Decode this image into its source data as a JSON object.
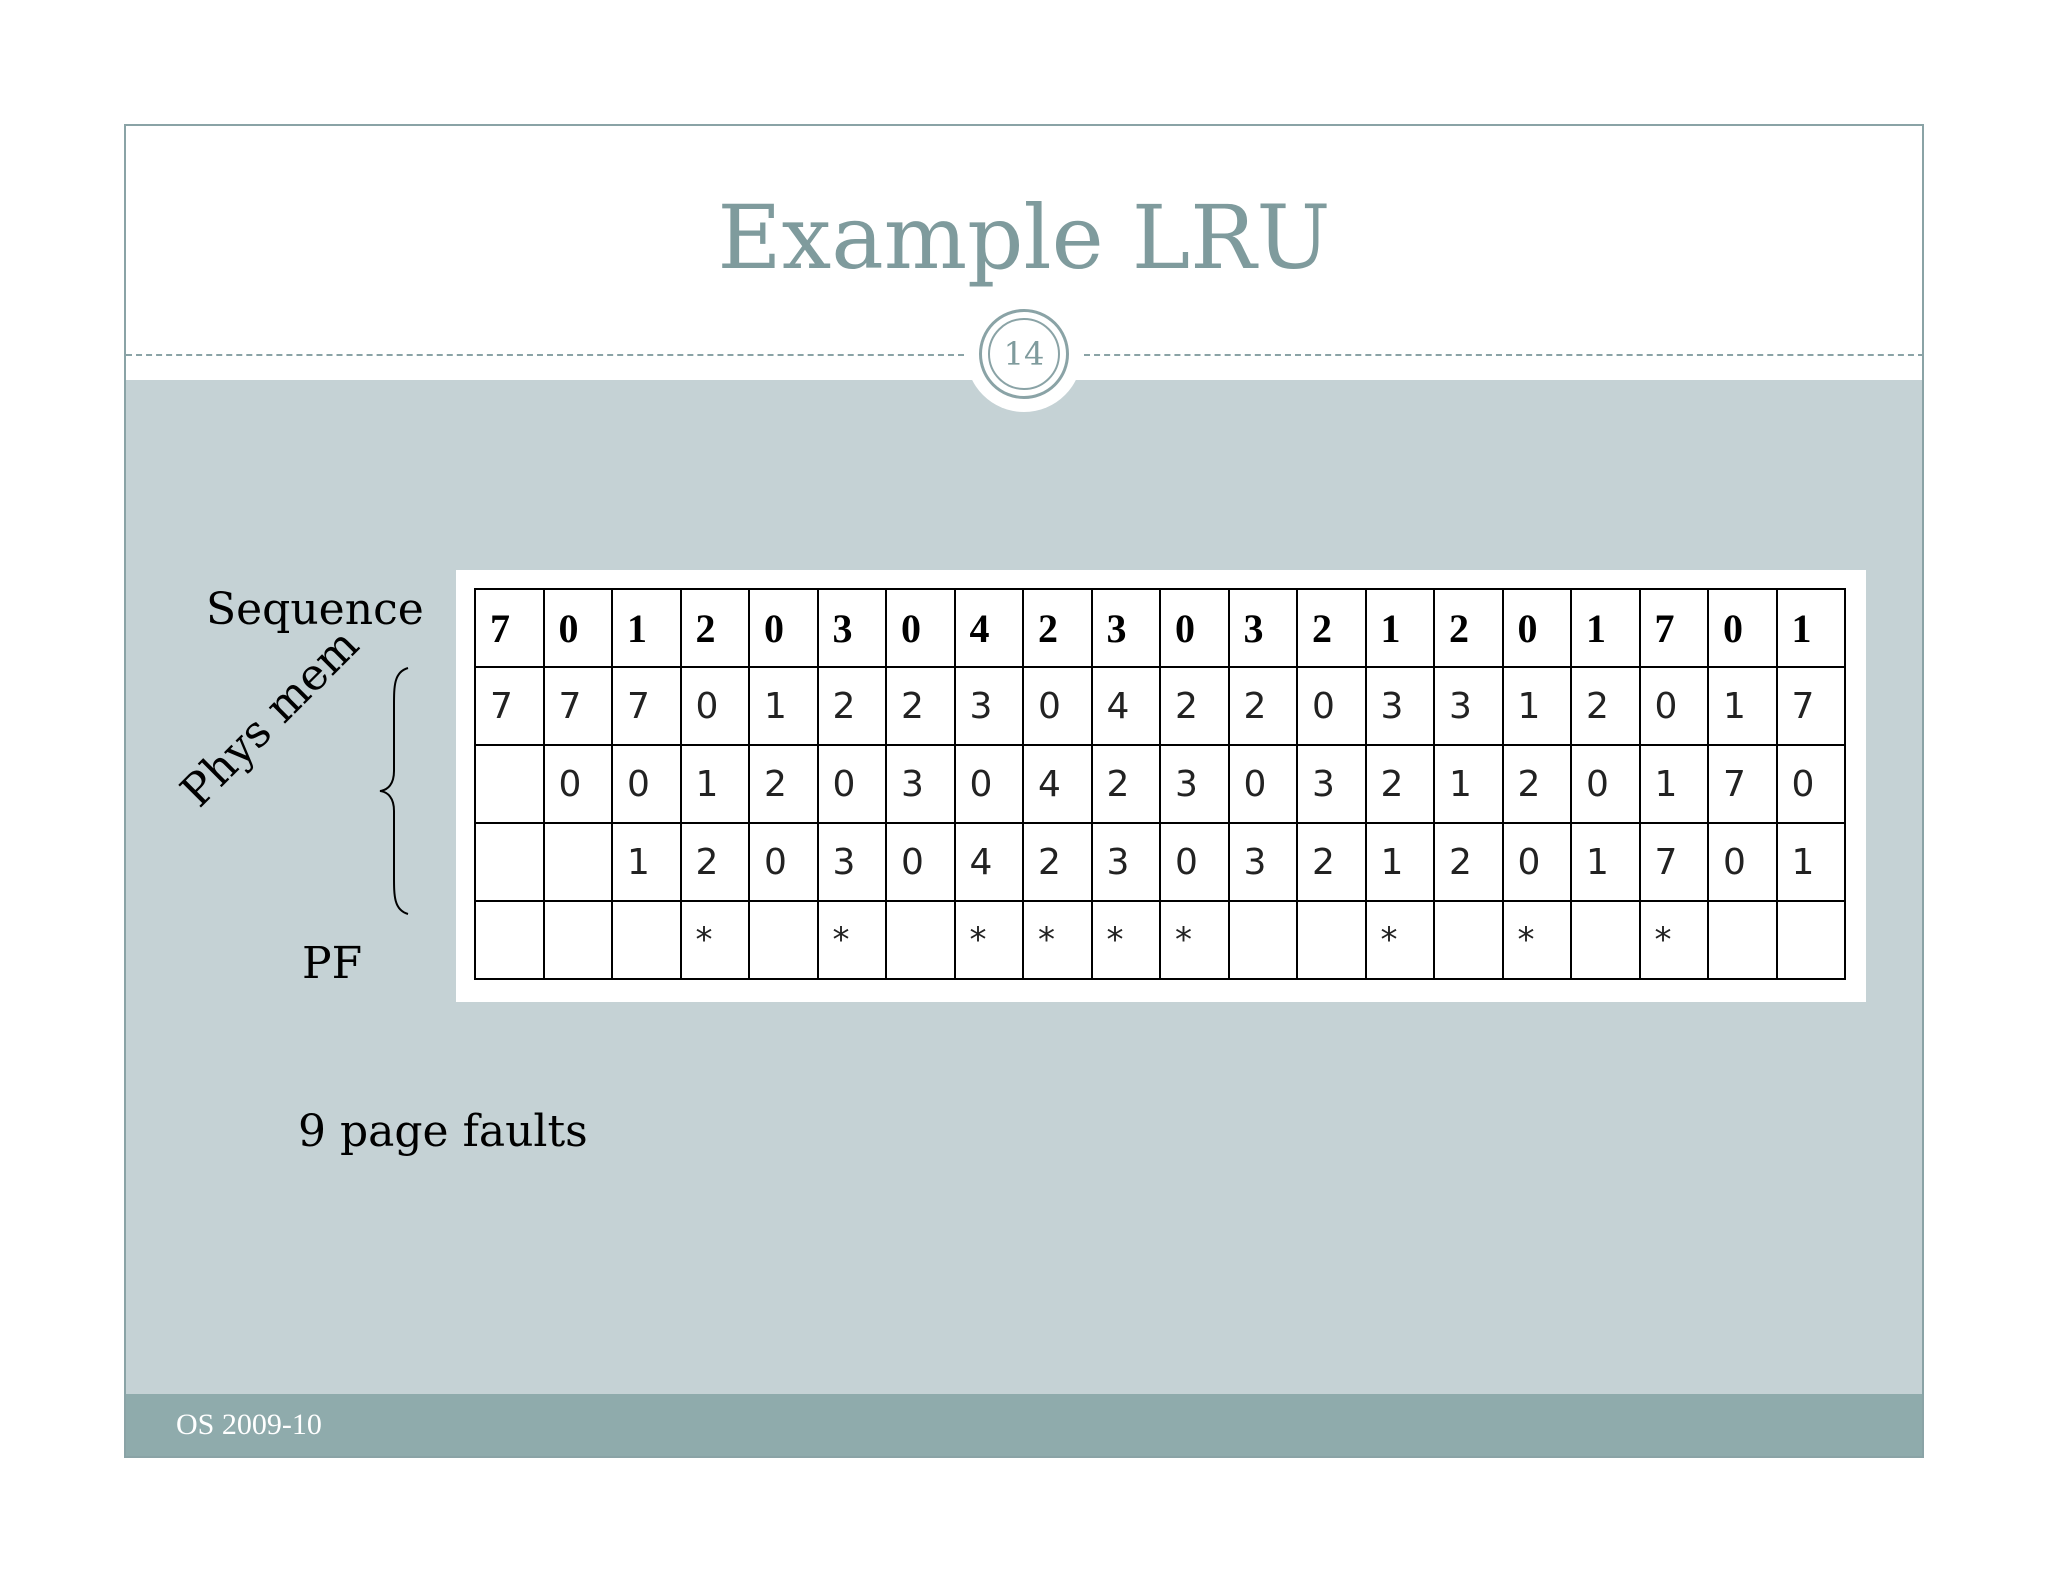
{
  "slide": {
    "title": "Example LRU",
    "slide_number": "14",
    "footer": "OS 2009-10"
  },
  "labels": {
    "sequence": "Sequence",
    "phys_mem": "Phys mem",
    "pf": "PF",
    "summary": "9 page faults"
  },
  "table": {
    "sequence": [
      "7",
      "0",
      "1",
      "2",
      "0",
      "3",
      "0",
      "4",
      "2",
      "3",
      "0",
      "3",
      "2",
      "1",
      "2",
      "0",
      "1",
      "7",
      "0",
      "1"
    ],
    "frames": [
      [
        "7",
        "7",
        "7",
        "0",
        "1",
        "2",
        "2",
        "3",
        "0",
        "4",
        "2",
        "2",
        "0",
        "3",
        "3",
        "1",
        "2",
        "0",
        "1",
        "7"
      ],
      [
        "",
        "0",
        "0",
        "1",
        "2",
        "0",
        "3",
        "0",
        "4",
        "2",
        "3",
        "0",
        "3",
        "2",
        "1",
        "2",
        "0",
        "1",
        "7",
        "0"
      ],
      [
        "",
        "",
        "1",
        "2",
        "0",
        "3",
        "0",
        "4",
        "2",
        "3",
        "0",
        "3",
        "2",
        "1",
        "2",
        "0",
        "1",
        "7",
        "0",
        "1"
      ]
    ],
    "page_faults": [
      "",
      "",
      "",
      "*",
      "",
      "*",
      "",
      "*",
      "*",
      "*",
      "*",
      "",
      "",
      "*",
      "",
      "*",
      "",
      "*",
      "",
      ""
    ]
  },
  "colors": {
    "title": "#7f9b9d",
    "body_background": "#c5d2d5",
    "footer_bar": "#8fabac",
    "border": "#8aa3a6"
  }
}
